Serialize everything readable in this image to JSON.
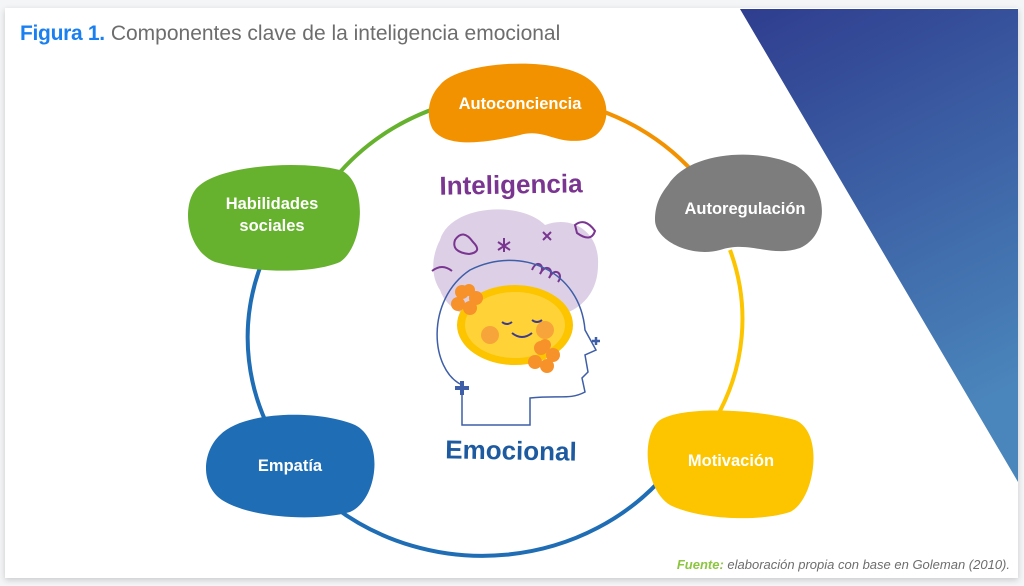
{
  "figure": {
    "label": "Figura 1.",
    "title": "Componentes clave de la inteligencia emocional"
  },
  "center": {
    "top_text": "Inteligencia",
    "bottom_text": "Emocional",
    "icon": "head-brain-illustration"
  },
  "components": [
    {
      "label": "Autoconciencia",
      "color": "#f39200"
    },
    {
      "label": "Autoregulación",
      "color": "#7d7d7d"
    },
    {
      "label": "Motivación",
      "color": "#fcc500"
    },
    {
      "label": "Empatía",
      "color": "#1f6db4"
    },
    {
      "label": "Habilidades sociales",
      "color": "#66b22e"
    }
  ],
  "source": {
    "label": "Fuente:",
    "text": "elaboración propia con base en Goleman (2010)."
  },
  "colors": {
    "accent": "#1a7ff0",
    "triangle_dark": "#2f3d8f",
    "triangle_light": "#4a85bb"
  }
}
